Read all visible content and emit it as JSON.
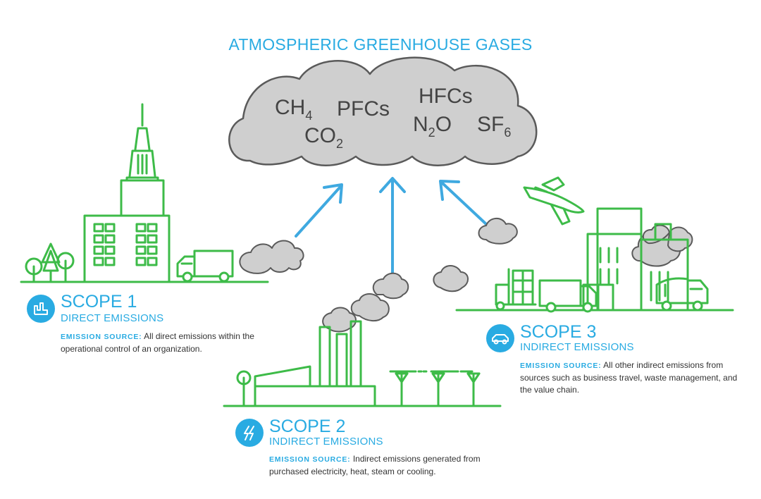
{
  "title": "ATMOSPHERIC GREENHOUSE GASES",
  "cloud": {
    "gases": [
      {
        "base": "CH",
        "sub": "4"
      },
      {
        "base": "PFCs",
        "sub": ""
      },
      {
        "base": "HFCs",
        "sub": ""
      },
      {
        "base": "CO",
        "sub": "2"
      },
      {
        "base": "N",
        "sub": "2",
        "tail": "O"
      },
      {
        "base": "SF",
        "sub": "6"
      }
    ]
  },
  "scopes": [
    {
      "title": "SCOPE 1",
      "subtitle": "DIRECT EMISSIONS",
      "source_label": "EMISSION SOURCE:",
      "description": "All direct emissions within the operational control of an organization.",
      "icon": "factory-icon"
    },
    {
      "title": "SCOPE 2",
      "subtitle": "INDIRECT EMISSIONS",
      "source_label": "EMISSION SOURCE:",
      "description": "Indirect emissions generated from purchased electricity, heat, steam or cooling.",
      "icon": "lightning-icon"
    },
    {
      "title": "SCOPE 3",
      "subtitle": "INDIRECT EMISSIONS",
      "source_label": "EMISSION SOURCE:",
      "description": "All other indirect emissions from sources such as business travel, waste management, and the value chain.",
      "icon": "car-icon"
    }
  ],
  "colors": {
    "accent": "#29abe2",
    "line_green": "#3dbb48",
    "cloud_fill": "#cfcfcf",
    "cloud_stroke": "#5a5a5a",
    "text": "#333333"
  }
}
